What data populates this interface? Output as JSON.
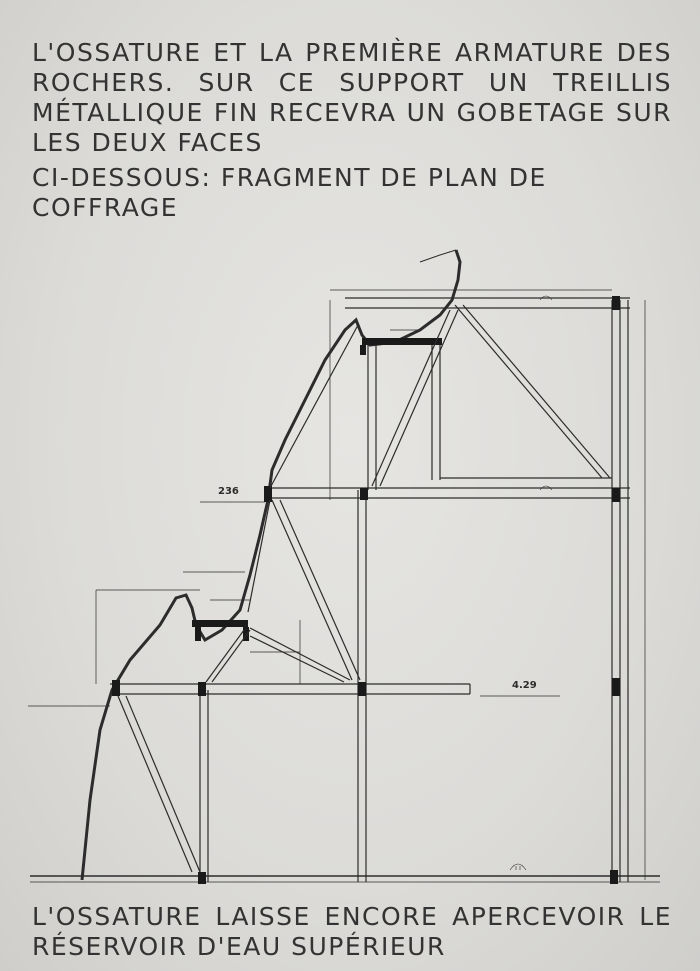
{
  "caption_top": "L'OSSATURE ET LA PREMIÈRE ARMATURE DES ROCHERS. SUR CE SUPPORT UN TREILLIS MÉTALLIQUE FIN RECEVRA UN GOBETAGE SUR LES DEUX FACES",
  "caption_sub": "CI-DESSOUS: FRAGMENT DE PLAN DE COFFRAGE",
  "caption_bottom": "L'OSSATURE LAISSE ENCORE APERCEVOIR LE RÉSERVOIR D'EAU SUPÉRIEUR",
  "drawing": {
    "level_upper": "236",
    "level_lower": "4.29"
  }
}
